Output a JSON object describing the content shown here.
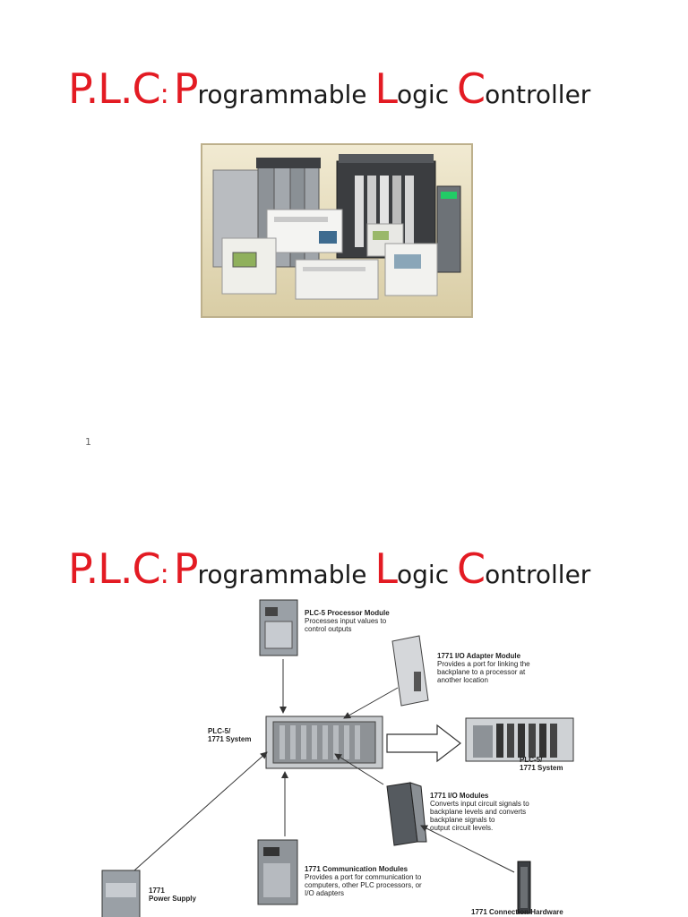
{
  "slide1": {
    "title": {
      "p1": "P.L.C",
      "colon": ":",
      "p2": "P",
      "p3": "rogrammable ",
      "p4": "L",
      "p5": "ogic ",
      "p6": "C",
      "p7": "ontroller"
    },
    "page_number": "1"
  },
  "slide2": {
    "title": {
      "p1": "P.L.C",
      "colon": ":",
      "p2": "P",
      "p3": "rogrammable ",
      "p4": "L",
      "p5": "ogic ",
      "p6": "C",
      "p7": "ontroller"
    },
    "labels": {
      "processor_title": "PLC-5 Processor Module",
      "processor_desc1": "Processes input values to",
      "processor_desc2": "control outputs",
      "adapter_title": "1771 I/O Adapter Module",
      "adapter_desc1": "Provides a port for linking the",
      "adapter_desc2": "backplane to a processor at",
      "adapter_desc3": "another location",
      "system_left1": "PLC-5/",
      "system_left2": "1771 System",
      "system_right1": "PLC-5/",
      "system_right2": "1771 System",
      "io_title": "1771 I/O Modules",
      "io_desc1": "Converts input circuit signals to",
      "io_desc2": "backplane levels and converts",
      "io_desc3": "backplane signals to",
      "io_desc4": "output circuit levels.",
      "comm_title": "1771 Communication Modules",
      "comm_desc1": "Provides a port for communication to",
      "comm_desc2": "computers, other PLC processors, or",
      "comm_desc3": "I/O adapters",
      "power1": "1771",
      "power2": "Power Supply",
      "connection": "1771 Connection Hardware"
    }
  }
}
